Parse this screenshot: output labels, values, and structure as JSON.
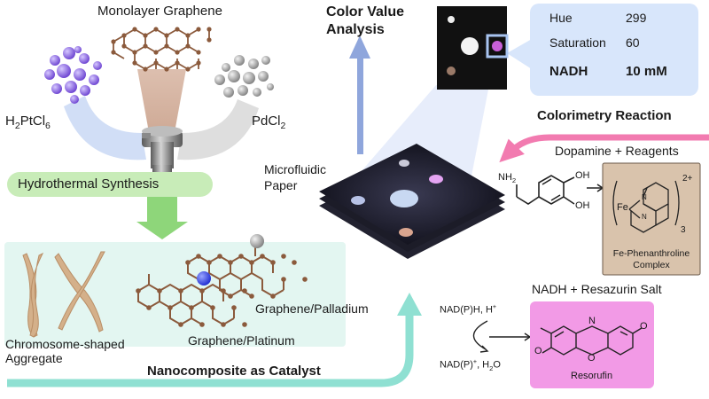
{
  "synthesis": {
    "graphene_label": "Monolayer Graphene",
    "pt_precursor_base": "H",
    "pt_precursor_sub1": "2",
    "pt_precursor_mid": "PtCl",
    "pt_precursor_sub2": "6",
    "pd_precursor_base": "PdCl",
    "pd_precursor_sub": "2",
    "step_label": "Hydrothermal Synthesis"
  },
  "catalyst": {
    "aggregate_label_line1": "Chromosome-shaped",
    "aggregate_label_line2": "Aggregate",
    "pd_label": "Graphene/Palladium",
    "pt_label": "Graphene/Platinum",
    "title": "Nanocomposite as Catalyst"
  },
  "analysis": {
    "title_line1": "Color Value",
    "title_line2": "Analysis",
    "hue_label": "Hue",
    "hue_value": "299",
    "saturation_label": "Saturation",
    "saturation_value": "60",
    "analyte_label": "NADH",
    "analyte_value": "10 mM"
  },
  "device": {
    "label_line1": "Microfluidic",
    "label_line2": "Paper"
  },
  "colorimetry": {
    "title": "Colorimetry Reaction",
    "dopamine_label": "Dopamine + Reagents",
    "nh2": "NH",
    "nh2_sub": "2",
    "oh_top": "OH",
    "oh_bottom": "OH",
    "fe_symbol": "Fe",
    "n_symbol": "N",
    "complex_charge": "2+",
    "complex_count": "3",
    "complex_name_line1": "Fe-Phenanthroline",
    "complex_name_line2": "Complex",
    "nadh_label": "NADH + Resazurin Salt",
    "nadph_top_base": "NAD(P)H, H",
    "nadph_top_sup": "+",
    "nadph_bottom_base": "NAD(P)",
    "nadph_bottom_sup": "+",
    "nadph_bottom_rest": ", H",
    "nadph_bottom_sub": "2",
    "nadph_bottom_end": "O",
    "resorufin_label": "Resorufin",
    "resorufin_n": "N",
    "resorufin_o_bridge": "O",
    "resorufin_o_left": "O",
    "resorufin_o_right": "O"
  },
  "colors": {
    "graphene_brown": "#8b5a3c",
    "platinum_purple": "#7b55d8",
    "palladium_gray": "#9e9e9e",
    "green_arrow": "#8ed67a",
    "teal_arrow": "#8fe0d2",
    "pink_arrow": "#f27bb0",
    "blue_arrow": "#8fa6dc",
    "panel_blue": "#d8e6fb",
    "complex_tan": "#d9c3ac",
    "resorufin_pink": "#f29ae6"
  }
}
